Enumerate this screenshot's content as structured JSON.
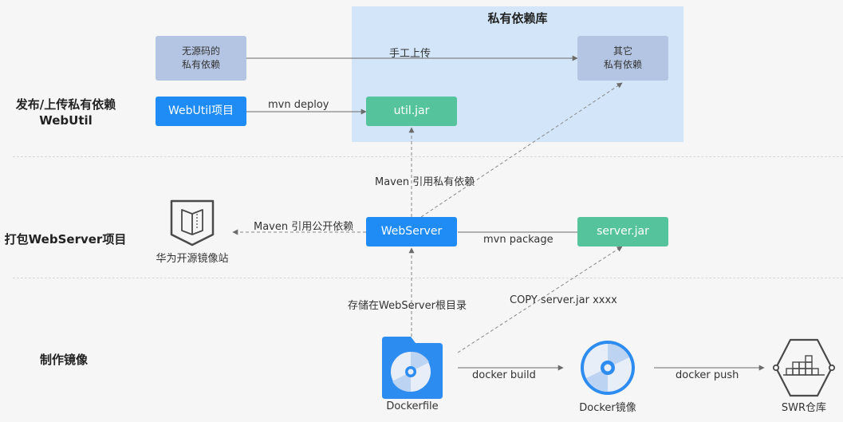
{
  "repo": {
    "title": "私有依赖库"
  },
  "sections": {
    "publish": "发布/上传私有依赖\nWebUtil",
    "package": "打包WebServer项目",
    "image": "制作镜像"
  },
  "boxes": {
    "no_source": "无源码的\n私有依赖",
    "others": "其它\n私有依赖",
    "webutil_project": "WebUtil项目",
    "util_jar": "util.jar",
    "webserver": "WebServer",
    "server_jar": "server.jar"
  },
  "edges": {
    "manual_upload": "手工上传",
    "mvn_deploy": "mvn  deploy",
    "maven_private": "Maven 引用私有依赖",
    "maven_public": "Maven 引用公开依赖",
    "mvn_package": "mvn  package",
    "stored_in": "存储在WebServer根目录",
    "copy_jar": "COPY server.jar xxxx",
    "docker_build": "docker build",
    "docker_push": "docker push"
  },
  "nodes": {
    "huawei_mirror": "华为开源镜像站",
    "dockerfile": "Dockerfile",
    "docker_image": "Docker镜像",
    "swr": "SWR仓库"
  },
  "colors": {
    "accent_blue": "#1f8cf5",
    "green": "#55c49c",
    "gray_box": "#b3c5e3",
    "repo_bg": "#d3e6f9"
  }
}
